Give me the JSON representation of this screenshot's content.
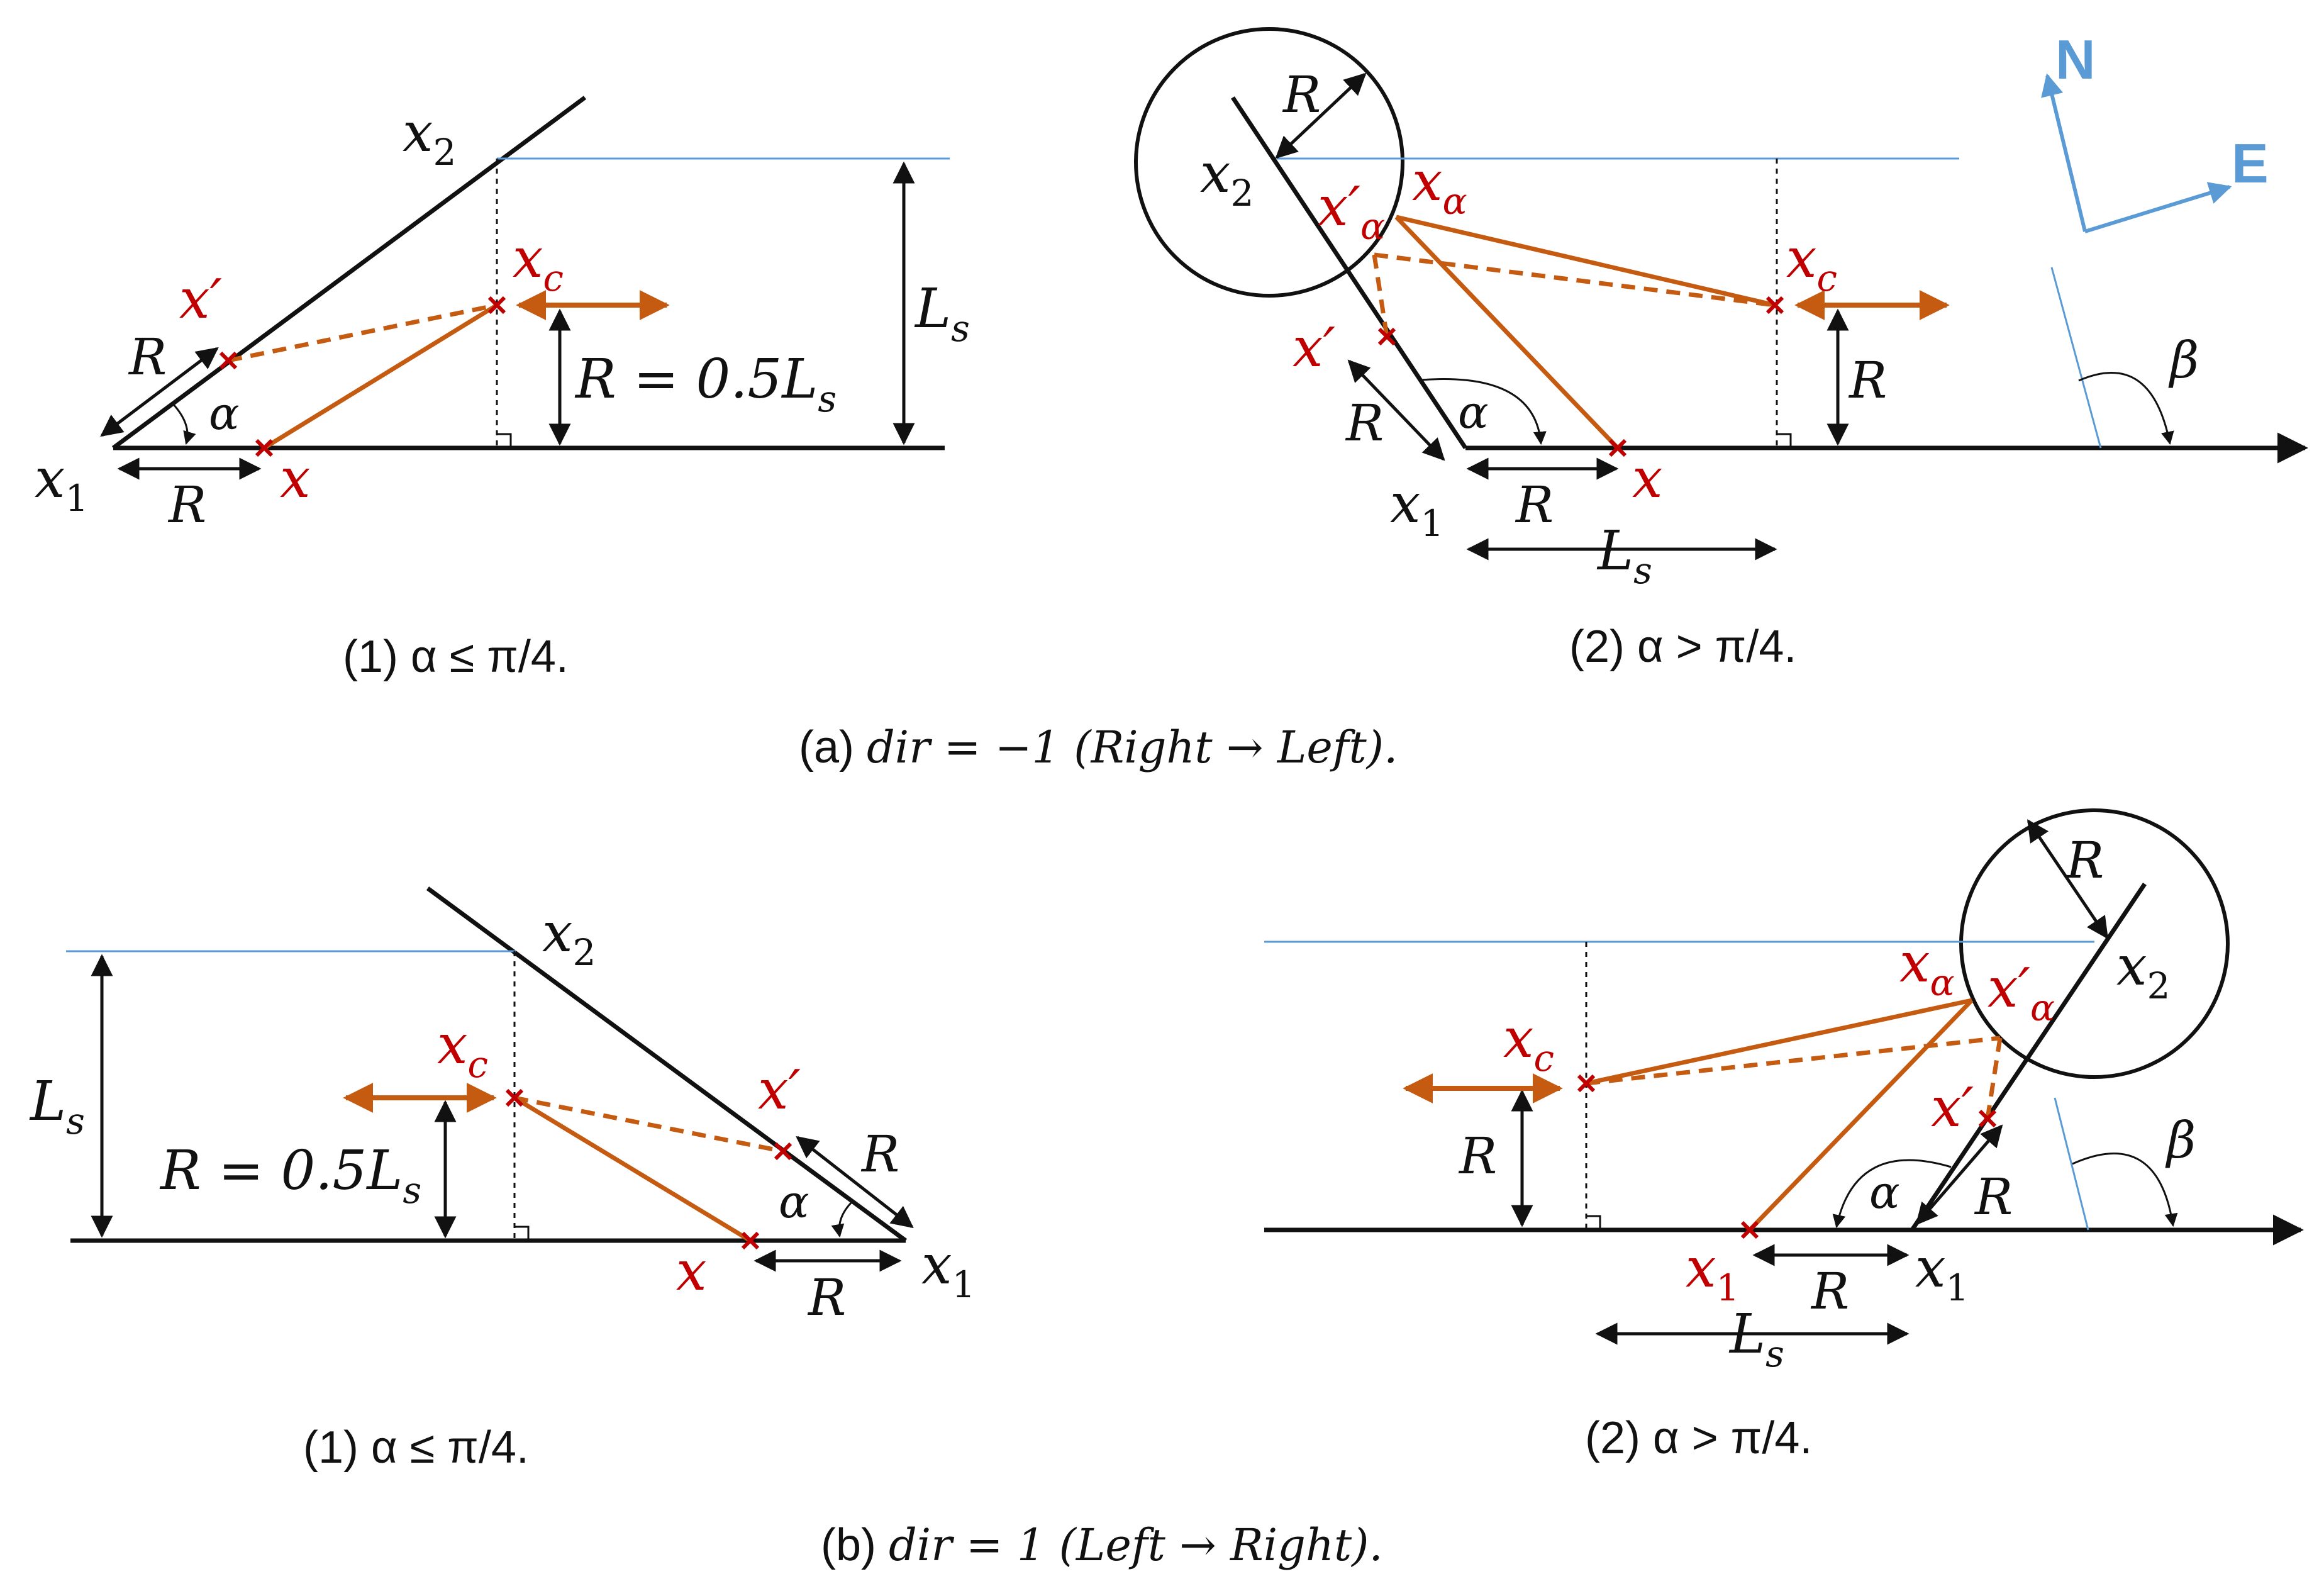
{
  "colors": {
    "ink": "#111111",
    "orange": "#C55A11",
    "red": "#C00000",
    "blue": "#5B9BD5"
  },
  "labels": {
    "x1": "x",
    "x2": "x",
    "sub1": "1",
    "sub2": "2",
    "x": "x",
    "xp": "x′",
    "xc": "x",
    "subc": "c",
    "xa": "x",
    "suba": "α",
    "xap": "x′",
    "R": "R",
    "Ls": "L",
    "subs": "s",
    "R_eq": "R = 0.5L",
    "alpha": "α",
    "beta": "β",
    "north": "N",
    "east": "E"
  },
  "captions": {
    "a1": "(1)  α ≤ π/4.",
    "a2": "(2)  α > π/4.",
    "a_main_prefix": "(a) ",
    "a_main_math": "dir = −1 (Right → Left).",
    "b1": "(1)  α ≤ π/4.",
    "b2": "(2)  α > π/4.",
    "b_main_prefix": "(b) ",
    "b_main_math": "dir = 1 (Left → Right)."
  },
  "icons": {
    "arrow": "arrowhead",
    "cross_marker": "red-x-marker",
    "right_angle": "right-angle-mark"
  }
}
